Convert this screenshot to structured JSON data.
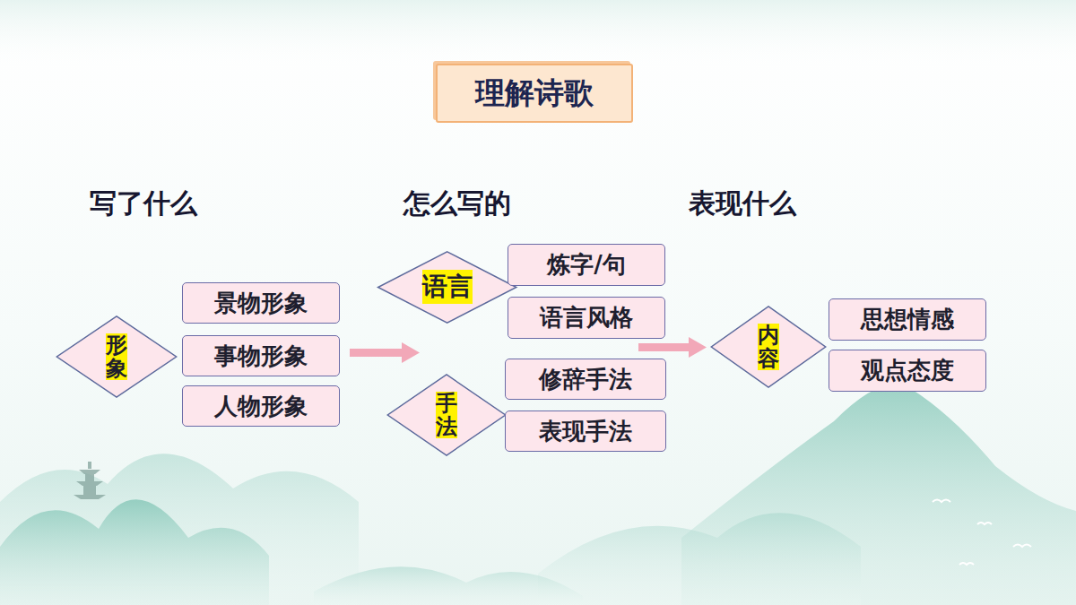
{
  "diagram": {
    "title": "理解诗歌",
    "nodes": [
      {
        "text": [
          "形象"
        ]
      },
      {
        "text": [
          "景物形象"
        ]
      },
      {
        "text": [
          "事物形象"
        ]
      },
      {
        "text": [
          "人物形象"
        ]
      },
      {
        "text": [
          "语言"
        ]
      },
      {
        "text": [
          "炼字/句"
        ]
      },
      {
        "text": [
          "语言风格"
        ]
      },
      {
        "text": [
          "手法"
        ]
      },
      {
        "text": [
          "修辞手法"
        ]
      },
      {
        "text": [
          "表现手法"
        ]
      },
      {
        "text": [
          "内容"
        ]
      },
      {
        "text": [
          "思想情感"
        ]
      },
      {
        "text": [
          "观点态度"
        ]
      }
    ],
    "labels": [
      "写了什么",
      "怎么写的",
      "表现什么"
    ]
  }
}
